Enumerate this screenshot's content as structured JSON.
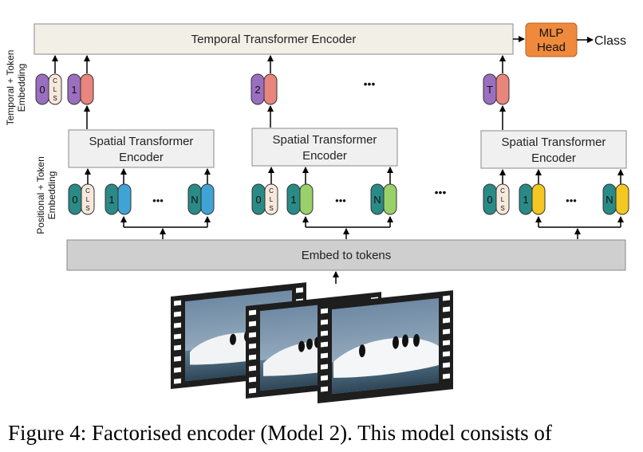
{
  "diagram": {
    "temporal_encoder_label": "Temporal Transformer Encoder",
    "mlp_head_line1": "MLP",
    "mlp_head_line2": "Head",
    "class_label": "Class",
    "temporal_embedding_label_line1": "Temporal + Token",
    "temporal_embedding_label_line2": "Embedding",
    "positional_embedding_label_line1": "Positional + Token",
    "positional_embedding_label_line2": "Embedding",
    "spatial_encoder_line1": "Spatial Transformer",
    "spatial_encoder_line2": "Encoder",
    "embed_label": "Embed to tokens",
    "cls_letters": [
      "C",
      "L",
      "S"
    ],
    "token_zero": "0",
    "token_one": "1",
    "token_two": "2",
    "token_n": "N",
    "token_t": "T",
    "ellipsis": "•••",
    "colors": {
      "encoder_fill": "#f2efe6",
      "spatial_fill": "#f0f0f0",
      "embed_fill": "#cfcfcf",
      "mlp_fill": "#ef8a3c",
      "cls_fill": "#f7e8dc",
      "teal": "#2a8a86",
      "blue": "#3fa3d6",
      "green": "#9ad06a",
      "yellow": "#f5c722",
      "purple": "#9a6fc0",
      "red": "#e8857c"
    }
  },
  "caption": "Figure 4: Factorised encoder (Model 2). This model consists of"
}
